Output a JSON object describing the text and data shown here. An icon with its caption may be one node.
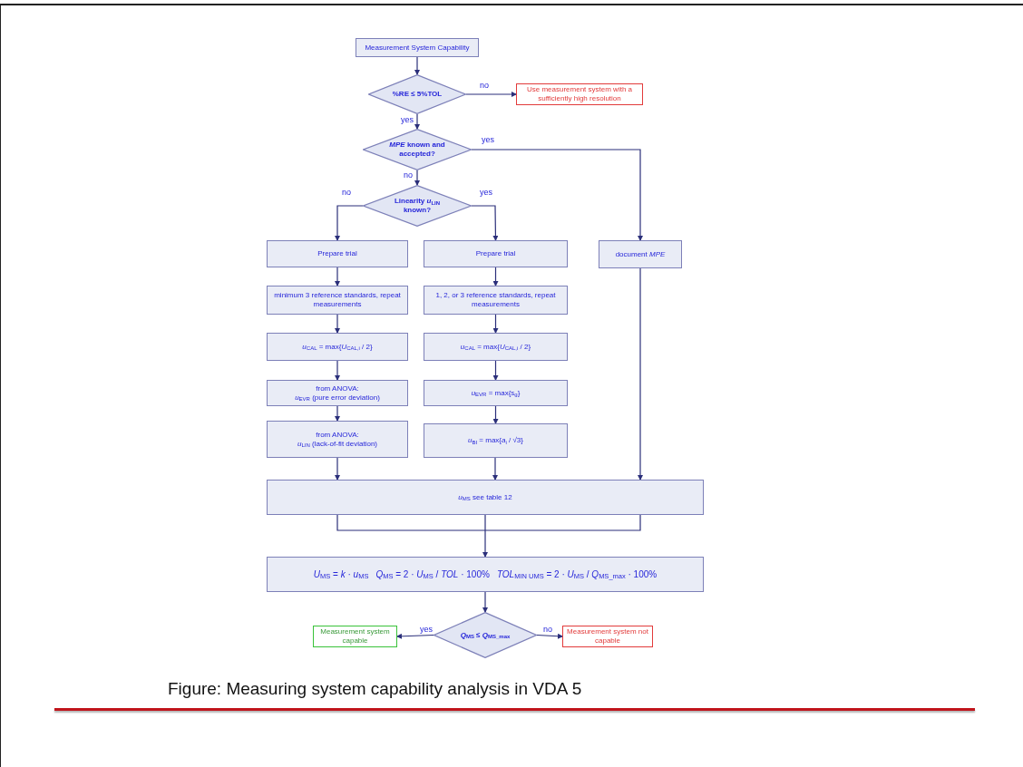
{
  "diagram": {
    "caption": "Figure: Measuring system capability analysis in VDA 5",
    "nodes": [
      {
        "text": [
          "Measurement System Capability"
        ]
      },
      {
        "text": [
          "%RE ≤ 5%TOL"
        ]
      },
      {
        "text": [
          "Use measurement system with a sufficiently high resolution"
        ]
      },
      {
        "text": [
          "*MPE* known and accepted?"
        ]
      },
      {
        "text": [
          "Linearity *u*$_{LIN}$ known?"
        ]
      },
      {
        "text": [
          "Prepare trial"
        ]
      },
      {
        "text": [
          "Prepare trial"
        ]
      },
      {
        "text": [
          "document *MPE*"
        ]
      },
      {
        "text": [
          "minimum 3 reference standards, repeat measurements"
        ]
      },
      {
        "text": [
          "1, 2, or 3 reference standards, repeat measurements"
        ]
      },
      {
        "text": [
          "*u*$_{CAL}$ = max{*U*$_{CAL,i}$ / 2}"
        ]
      },
      {
        "text": [
          "*u*$_{CAL}$ = max{*U*$_{CAL,i}$ / 2}"
        ]
      },
      {
        "text": [
          "from ANOVA:",
          "*u*$_{EVR}$ (pure error deviation)"
        ]
      },
      {
        "text": [
          "*u*$_{EVR}$ = max{*s*$_{g}$}"
        ]
      },
      {
        "text": [
          "from ANOVA:",
          "*u*$_{LIN}$ (lack-of-fit deviation)"
        ]
      },
      {
        "text": [
          "*u*$_{BI}$ = max{*a*$_{i}$ / √3}"
        ]
      },
      {
        "text": [
          "*u*$_{MS}$ see table 12"
        ]
      },
      {
        "text": [
          "*U*$_{MS}$ = *k* · *u*$_{MS}$",
          "*Q*$_{MS}$ = 2 · *U*$_{MS}$ / *TOL* · 100%",
          "*TOL*$_{MIN UMS}$ = 2 · *U*$_{MS}$ / *Q*$_{MS_max}$ · 100%"
        ]
      },
      {
        "text": [
          "*Q*$_{MS}$ ≤ *Q*$_{MS_max}$"
        ]
      },
      {
        "text": [
          "Measurement system capable"
        ]
      },
      {
        "text": [
          "Measurement system not capable"
        ]
      }
    ],
    "edges": [
      {
        "from": 0,
        "to": 1,
        "arrow": "to"
      },
      {
        "from": 1,
        "to": 2,
        "arrow": "to",
        "label": "no"
      },
      {
        "from": 1,
        "to": 3,
        "arrow": "to",
        "label": "yes"
      },
      {
        "from": 3,
        "to": 7,
        "arrow": "to",
        "label": "yes"
      },
      {
        "from": 3,
        "to": 4,
        "arrow": "to",
        "label": "no"
      },
      {
        "from": 4,
        "to": 5,
        "arrow": "to",
        "label": "no"
      },
      {
        "from": 4,
        "to": 6,
        "arrow": "to",
        "label": "yes"
      },
      {
        "from": 5,
        "to": 8,
        "arrow": "to"
      },
      {
        "from": 8,
        "to": 10,
        "arrow": "to"
      },
      {
        "from": 10,
        "to": 12,
        "arrow": "to"
      },
      {
        "from": 12,
        "to": 14,
        "arrow": "to"
      },
      {
        "from": 14,
        "to": 16,
        "arrow": "to"
      },
      {
        "from": 6,
        "to": 9,
        "arrow": "to"
      },
      {
        "from": 9,
        "to": 11,
        "arrow": "to"
      },
      {
        "from": 11,
        "to": 13,
        "arrow": "to"
      },
      {
        "from": 13,
        "to": 15,
        "arrow": "to"
      },
      {
        "from": 15,
        "to": 16,
        "arrow": "to"
      },
      {
        "from": 7,
        "to": 16,
        "arrow": "to"
      },
      {
        "from": 16,
        "to": 17,
        "arrow": "to"
      },
      {
        "from": 17,
        "to": 18,
        "arrow": "to"
      },
      {
        "from": 18,
        "to": 19,
        "arrow": "to",
        "label": "yes"
      },
      {
        "from": 18,
        "to": 20,
        "arrow": "to",
        "label": "no"
      }
    ]
  }
}
